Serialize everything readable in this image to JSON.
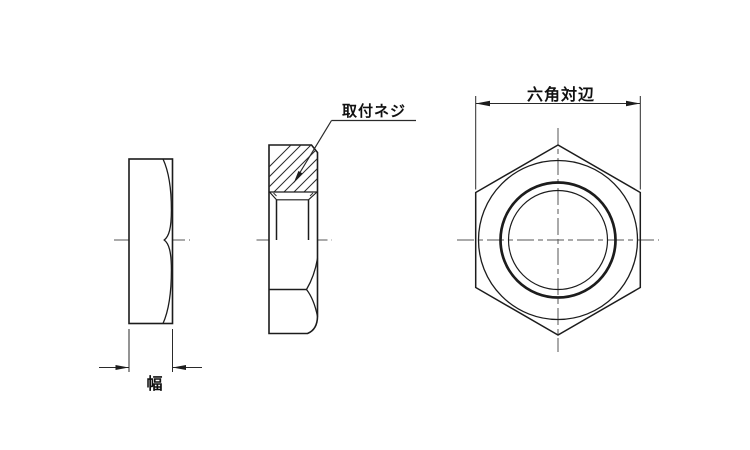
{
  "labels": {
    "mounting_screw": "取付ネジ",
    "hex_across_flats": "六角対辺",
    "width": "幅"
  },
  "colors": {
    "background": "#ffffff",
    "object_line": "#1c1c1c",
    "thin_line": "#2a2a2a",
    "centerline": "#555555"
  }
}
